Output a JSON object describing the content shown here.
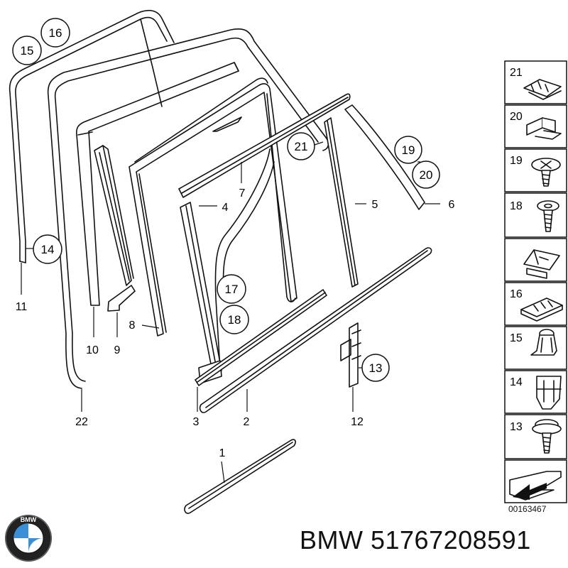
{
  "callouts": {
    "c15": "15",
    "c16": "16",
    "c14": "14",
    "c21": "21",
    "c19": "19",
    "c20": "20",
    "c17": "17",
    "c18": "18",
    "c13": "13"
  },
  "labels": {
    "l11": "11",
    "l10": "10",
    "l9": "9",
    "l8": "8",
    "l22": "22",
    "l7": "7",
    "l4": "4",
    "l5": "5",
    "l6": "6",
    "l3": "3",
    "l2": "2",
    "l12": "12",
    "l1": "1"
  },
  "legend": [
    "21",
    "20",
    "19",
    "18",
    "",
    "16",
    "15",
    "14",
    "13"
  ],
  "reference_number": "00163467",
  "brand_text": "BMW 51767208591",
  "logo": {
    "letters": "BMW",
    "colors": {
      "blue": "#3a8fd6",
      "white": "#ffffff",
      "ring": "#222222"
    }
  }
}
